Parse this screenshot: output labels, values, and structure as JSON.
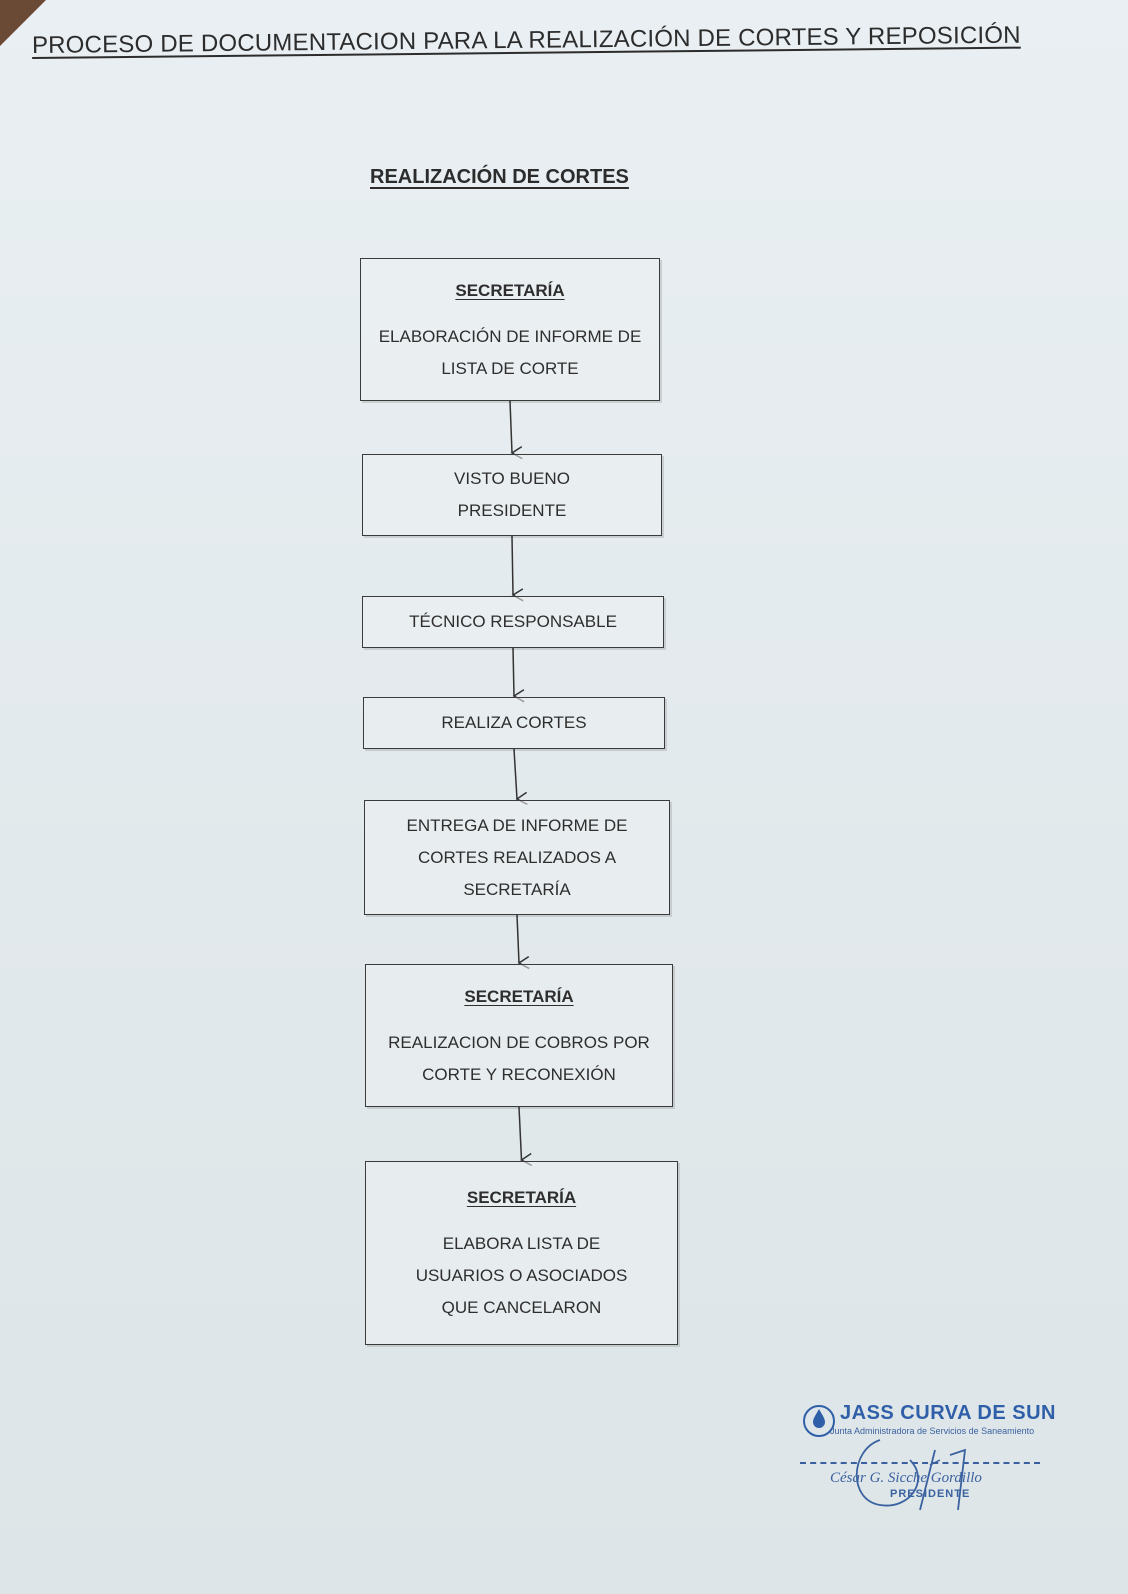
{
  "document": {
    "title": "PROCESO DE DOCUMENTACION PARA LA REALIZACIÓN DE CORTES Y REPOSICIÓN",
    "section_title": "REALIZACIÓN DE CORTES"
  },
  "flowchart": {
    "nodes": [
      {
        "head": "SECRETARÍA",
        "body": "ELABORACIÓN DE INFORME DE LISTA DE CORTE"
      },
      {
        "head": "",
        "body": "VISTO BUENO PRESIDENTE"
      },
      {
        "head": "",
        "body": "TÉCNICO RESPONSABLE"
      },
      {
        "head": "",
        "body": "REALIZA CORTES"
      },
      {
        "head": "",
        "body": "ENTREGA DE INFORME DE CORTES REALIZADOS A SECRETARÍA"
      },
      {
        "head": "SECRETARÍA",
        "body": "REALIZACION DE COBROS POR CORTE Y RECONEXIÓN"
      },
      {
        "head": "SECRETARÍA",
        "body": "ELABORA LISTA DE USUARIOS O ASOCIADOS QUE CANCELARON"
      }
    ],
    "edges": [
      [
        0,
        1
      ],
      [
        1,
        2
      ],
      [
        2,
        3
      ],
      [
        3,
        4
      ],
      [
        4,
        5
      ],
      [
        5,
        6
      ]
    ]
  },
  "stamp": {
    "organization": "JASS CURVA DE SUN",
    "subtitle": "Junta Administradora de Servicios de Saneamiento",
    "signer": "César G. Sicche Gordillo",
    "role": "PRESIDENTE",
    "ink_color": "#2f5fa8"
  }
}
